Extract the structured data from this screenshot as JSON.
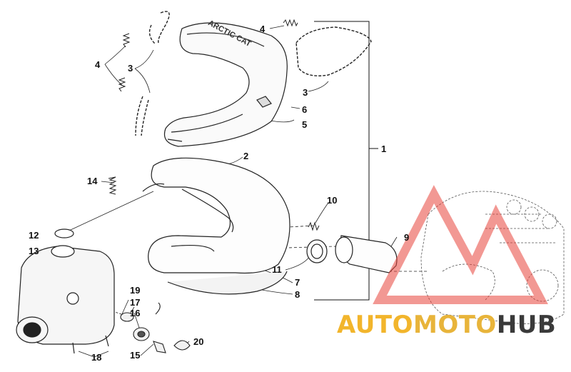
{
  "diagram": {
    "callouts": [
      {
        "id": "c1",
        "text": "1"
      },
      {
        "id": "c2",
        "text": "2"
      },
      {
        "id": "c3a",
        "text": "3"
      },
      {
        "id": "c3b",
        "text": "3"
      },
      {
        "id": "c4a",
        "text": "4"
      },
      {
        "id": "c4b",
        "text": "4"
      },
      {
        "id": "c5",
        "text": "5"
      },
      {
        "id": "c6",
        "text": "6"
      },
      {
        "id": "c7",
        "text": "7"
      },
      {
        "id": "c8",
        "text": "8"
      },
      {
        "id": "c9",
        "text": "9"
      },
      {
        "id": "c10",
        "text": "10"
      },
      {
        "id": "c11",
        "text": "11"
      },
      {
        "id": "c12",
        "text": "12"
      },
      {
        "id": "c13",
        "text": "13"
      },
      {
        "id": "c14",
        "text": "14"
      },
      {
        "id": "c15",
        "text": "15"
      },
      {
        "id": "c16",
        "text": "16"
      },
      {
        "id": "c17",
        "text": "17"
      },
      {
        "id": "c18",
        "text": "18"
      },
      {
        "id": "c19",
        "text": "19"
      },
      {
        "id": "c20",
        "text": "20"
      }
    ],
    "shield_lettering": "ARCTIC CAT"
  },
  "watermark": {
    "part1": "AUTO",
    "part2": "MOTO",
    "part3": "HUB",
    "colors": {
      "auto": "#f2b52c",
      "moto": "#e8b43a",
      "hub": "#3a3a3a",
      "logo_red": "#e8433a"
    }
  }
}
